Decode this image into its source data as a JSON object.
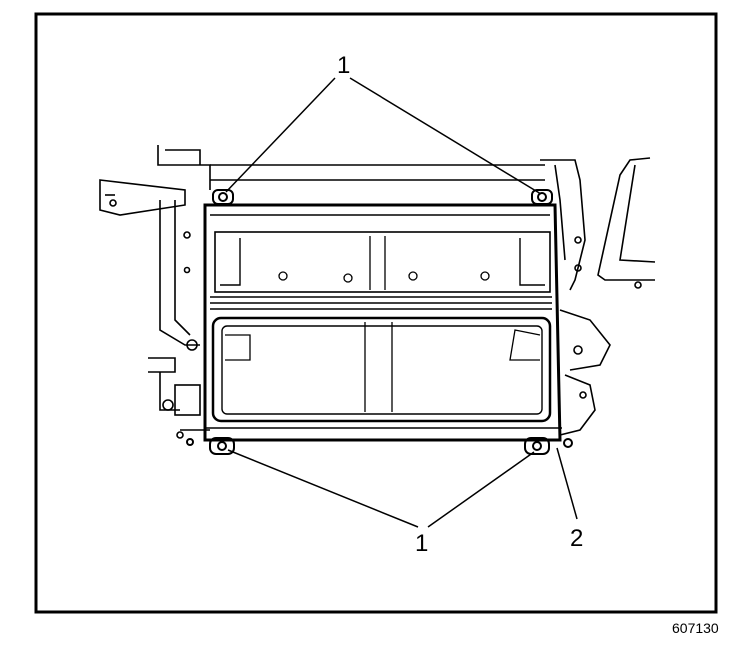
{
  "callouts": {
    "top_fasteners": "1",
    "bottom_fasteners": "1",
    "lower_right_part": "2"
  },
  "figure_number": "607130",
  "colors": {
    "ink": "#000000",
    "paper": "#ffffff"
  }
}
